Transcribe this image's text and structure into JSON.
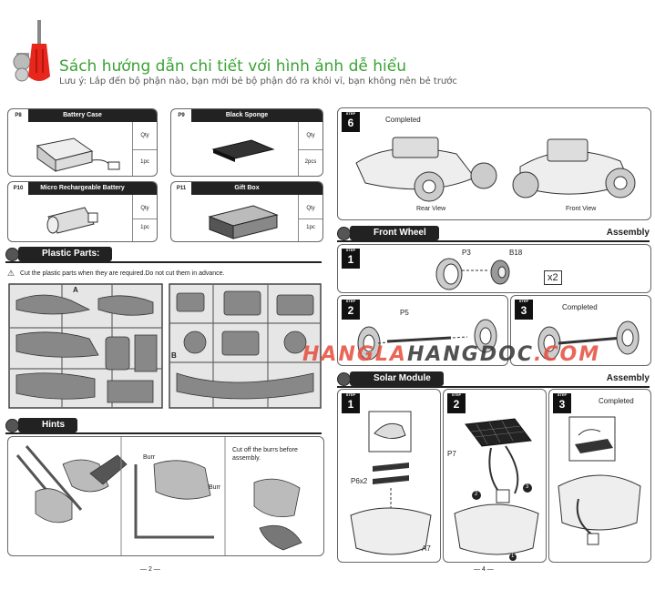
{
  "header": {
    "title": "Sách hướng dẫn chi tiết với hình ảnh dễ hiểu",
    "note": "Lưu ý: Lắp đến bộ phận nào, bạn mới bẻ bộ phận đó ra khỏi vỉ, bạn không nên bẻ trước"
  },
  "parts": [
    {
      "id": "P8",
      "name": "Battery Case",
      "qty_label": "Qty",
      "qty": "1pc"
    },
    {
      "id": "P9",
      "name": "Black Sponge",
      "qty_label": "Qty",
      "qty": "2pcs"
    },
    {
      "id": "P10",
      "name": "Micro Rechargeable Battery",
      "qty_label": "Qty",
      "qty": "1pc"
    },
    {
      "id": "P11",
      "name": "Gift Box",
      "qty_label": "Qty",
      "qty": "1pc"
    }
  ],
  "plastic": {
    "title": "Plastic Parts:",
    "warning": "Cut the plastic parts when they are required.Do not cut them in advance.",
    "sprue_a": "A",
    "sprue_b": "B"
  },
  "hints": {
    "title": "Hints",
    "burr1": "Burr",
    "burr2": "Burr",
    "cut_note": "Cut off the burrs before assembly."
  },
  "page_left": "2",
  "page_right": "4",
  "step6": {
    "step_label": "STEP",
    "num": "6",
    "completed": "Completed",
    "rear": "Rear View",
    "front": "Front View"
  },
  "front_wheel": {
    "title": "Front Wheel",
    "right": "Assembly",
    "step_label": "STEP",
    "s1": "1",
    "s2": "2",
    "s3": "3",
    "p3": "P3",
    "b18": "B18",
    "x2": "x2",
    "p5": "P5",
    "completed": "Completed"
  },
  "solar": {
    "title": "Solar Module",
    "right": "Assembly",
    "step_label": "STEP",
    "s1": "1",
    "s2": "2",
    "s3": "3",
    "p6": "P6x2",
    "a7": "A7",
    "p7": "P7",
    "n1": "1",
    "n2": "2",
    "n3": "3",
    "completed": "Completed"
  },
  "watermark": {
    "red1": "HANGLA",
    "dark": "HANGDOC",
    "red2": ".COM"
  },
  "colors": {
    "accent": "#3aa335",
    "header_bar": "#222222",
    "watermark": "#e74c3c",
    "screwdriver": "#e8261c"
  }
}
